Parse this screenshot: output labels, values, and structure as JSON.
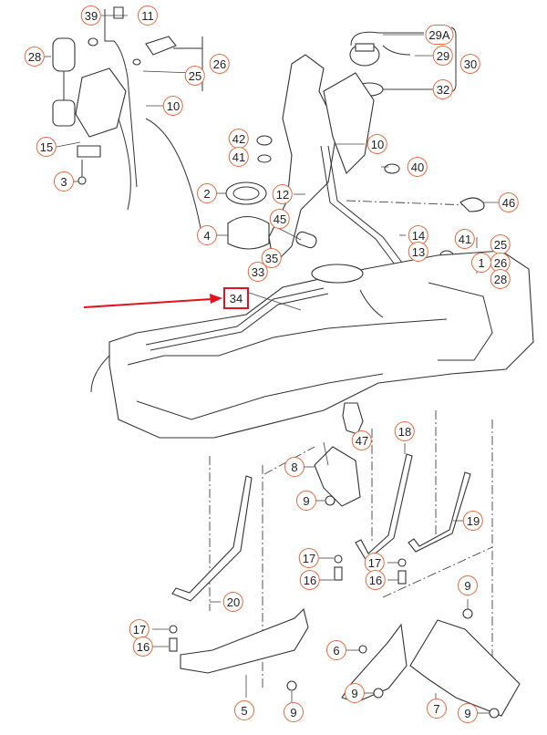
{
  "diagram": {
    "title": "Fuel tank exploded parts diagram",
    "accent_color": "#e8683a",
    "highlight_color": "#e0141e",
    "highlighted_part": "34",
    "callouts": [
      {
        "id": "c39",
        "label": "39"
      },
      {
        "id": "c11",
        "label": "11"
      },
      {
        "id": "c28a",
        "label": "28"
      },
      {
        "id": "c26a",
        "label": "26"
      },
      {
        "id": "c25a",
        "label": "25"
      },
      {
        "id": "c10a",
        "label": "10"
      },
      {
        "id": "c15",
        "label": "15"
      },
      {
        "id": "c3",
        "label": "3"
      },
      {
        "id": "c29A",
        "label": "29A"
      },
      {
        "id": "c29",
        "label": "29"
      },
      {
        "id": "c30",
        "label": "30"
      },
      {
        "id": "c32",
        "label": "32"
      },
      {
        "id": "c42",
        "label": "42"
      },
      {
        "id": "c10b",
        "label": "10"
      },
      {
        "id": "c41a",
        "label": "41"
      },
      {
        "id": "c40",
        "label": "40"
      },
      {
        "id": "c2",
        "label": "2"
      },
      {
        "id": "c12",
        "label": "12"
      },
      {
        "id": "c46",
        "label": "46"
      },
      {
        "id": "c45",
        "label": "45"
      },
      {
        "id": "c4",
        "label": "4"
      },
      {
        "id": "c14",
        "label": "14"
      },
      {
        "id": "c41b",
        "label": "41"
      },
      {
        "id": "c25b",
        "label": "25"
      },
      {
        "id": "c13",
        "label": "13"
      },
      {
        "id": "c35",
        "label": "35"
      },
      {
        "id": "c1",
        "label": "1"
      },
      {
        "id": "c26b",
        "label": "26"
      },
      {
        "id": "c33",
        "label": "33"
      },
      {
        "id": "c28b",
        "label": "28"
      },
      {
        "id": "c34",
        "label": "34"
      },
      {
        "id": "c47",
        "label": "47"
      },
      {
        "id": "c18",
        "label": "18"
      },
      {
        "id": "c8",
        "label": "8"
      },
      {
        "id": "c9a",
        "label": "9"
      },
      {
        "id": "c19",
        "label": "19"
      },
      {
        "id": "c17a",
        "label": "17"
      },
      {
        "id": "c17b",
        "label": "17"
      },
      {
        "id": "c16a",
        "label": "16"
      },
      {
        "id": "c16b",
        "label": "16"
      },
      {
        "id": "c9b",
        "label": "9"
      },
      {
        "id": "c20",
        "label": "20"
      },
      {
        "id": "c17c",
        "label": "17"
      },
      {
        "id": "c16c",
        "label": "16"
      },
      {
        "id": "c6",
        "label": "6"
      },
      {
        "id": "c5",
        "label": "5"
      },
      {
        "id": "c9c",
        "label": "9"
      },
      {
        "id": "c9d",
        "label": "9"
      },
      {
        "id": "c7",
        "label": "7"
      },
      {
        "id": "c9e",
        "label": "9"
      }
    ]
  }
}
